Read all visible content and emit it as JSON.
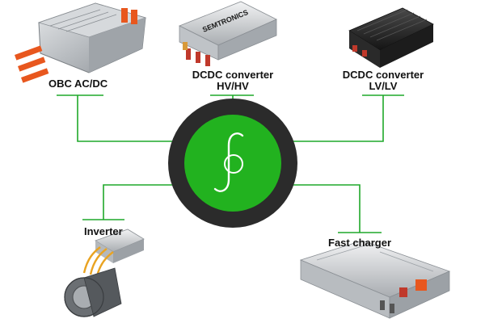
{
  "colors": {
    "line": "#1fa82a",
    "hub_ring": "#2b2b2b",
    "hub_fill": "#22b21f",
    "logo": "#ffffff",
    "brand_text": "#1a1a1a",
    "brand_accent": "#22b21f"
  },
  "hub": {
    "icon": "semtronics-logo-icon"
  },
  "devices": [
    {
      "id": "obc",
      "label": "OBC AC/DC"
    },
    {
      "id": "dcdc-hv",
      "label_line1": "DCDC converter",
      "label_line2": "HV/HV",
      "brand": "SEMTRONICS"
    },
    {
      "id": "dcdc-lv",
      "label_line1": "DCDC converter",
      "label_line2": "LV/LV"
    },
    {
      "id": "inverter",
      "label": "Inverter"
    },
    {
      "id": "fast-charger",
      "label": "Fast charger"
    }
  ]
}
